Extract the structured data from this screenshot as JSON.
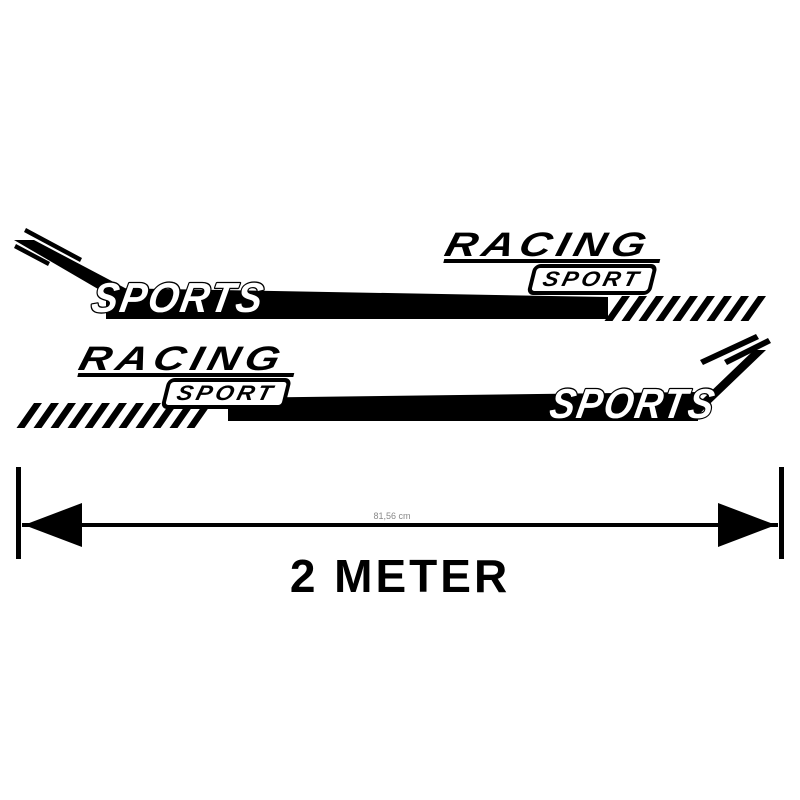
{
  "colors": {
    "ink": "#000000",
    "paper": "#ffffff",
    "muted": "#888888"
  },
  "decal_top": {
    "sports_label": "SPORTS",
    "racing_label": "RACING",
    "sport_label": "SPORT"
  },
  "decal_bottom": {
    "sports_label": "SPORTS",
    "racing_label": "RACING",
    "sport_label": "SPORT"
  },
  "measurement": {
    "length_label": "2 METER",
    "minor_label": "81,56 cm"
  }
}
